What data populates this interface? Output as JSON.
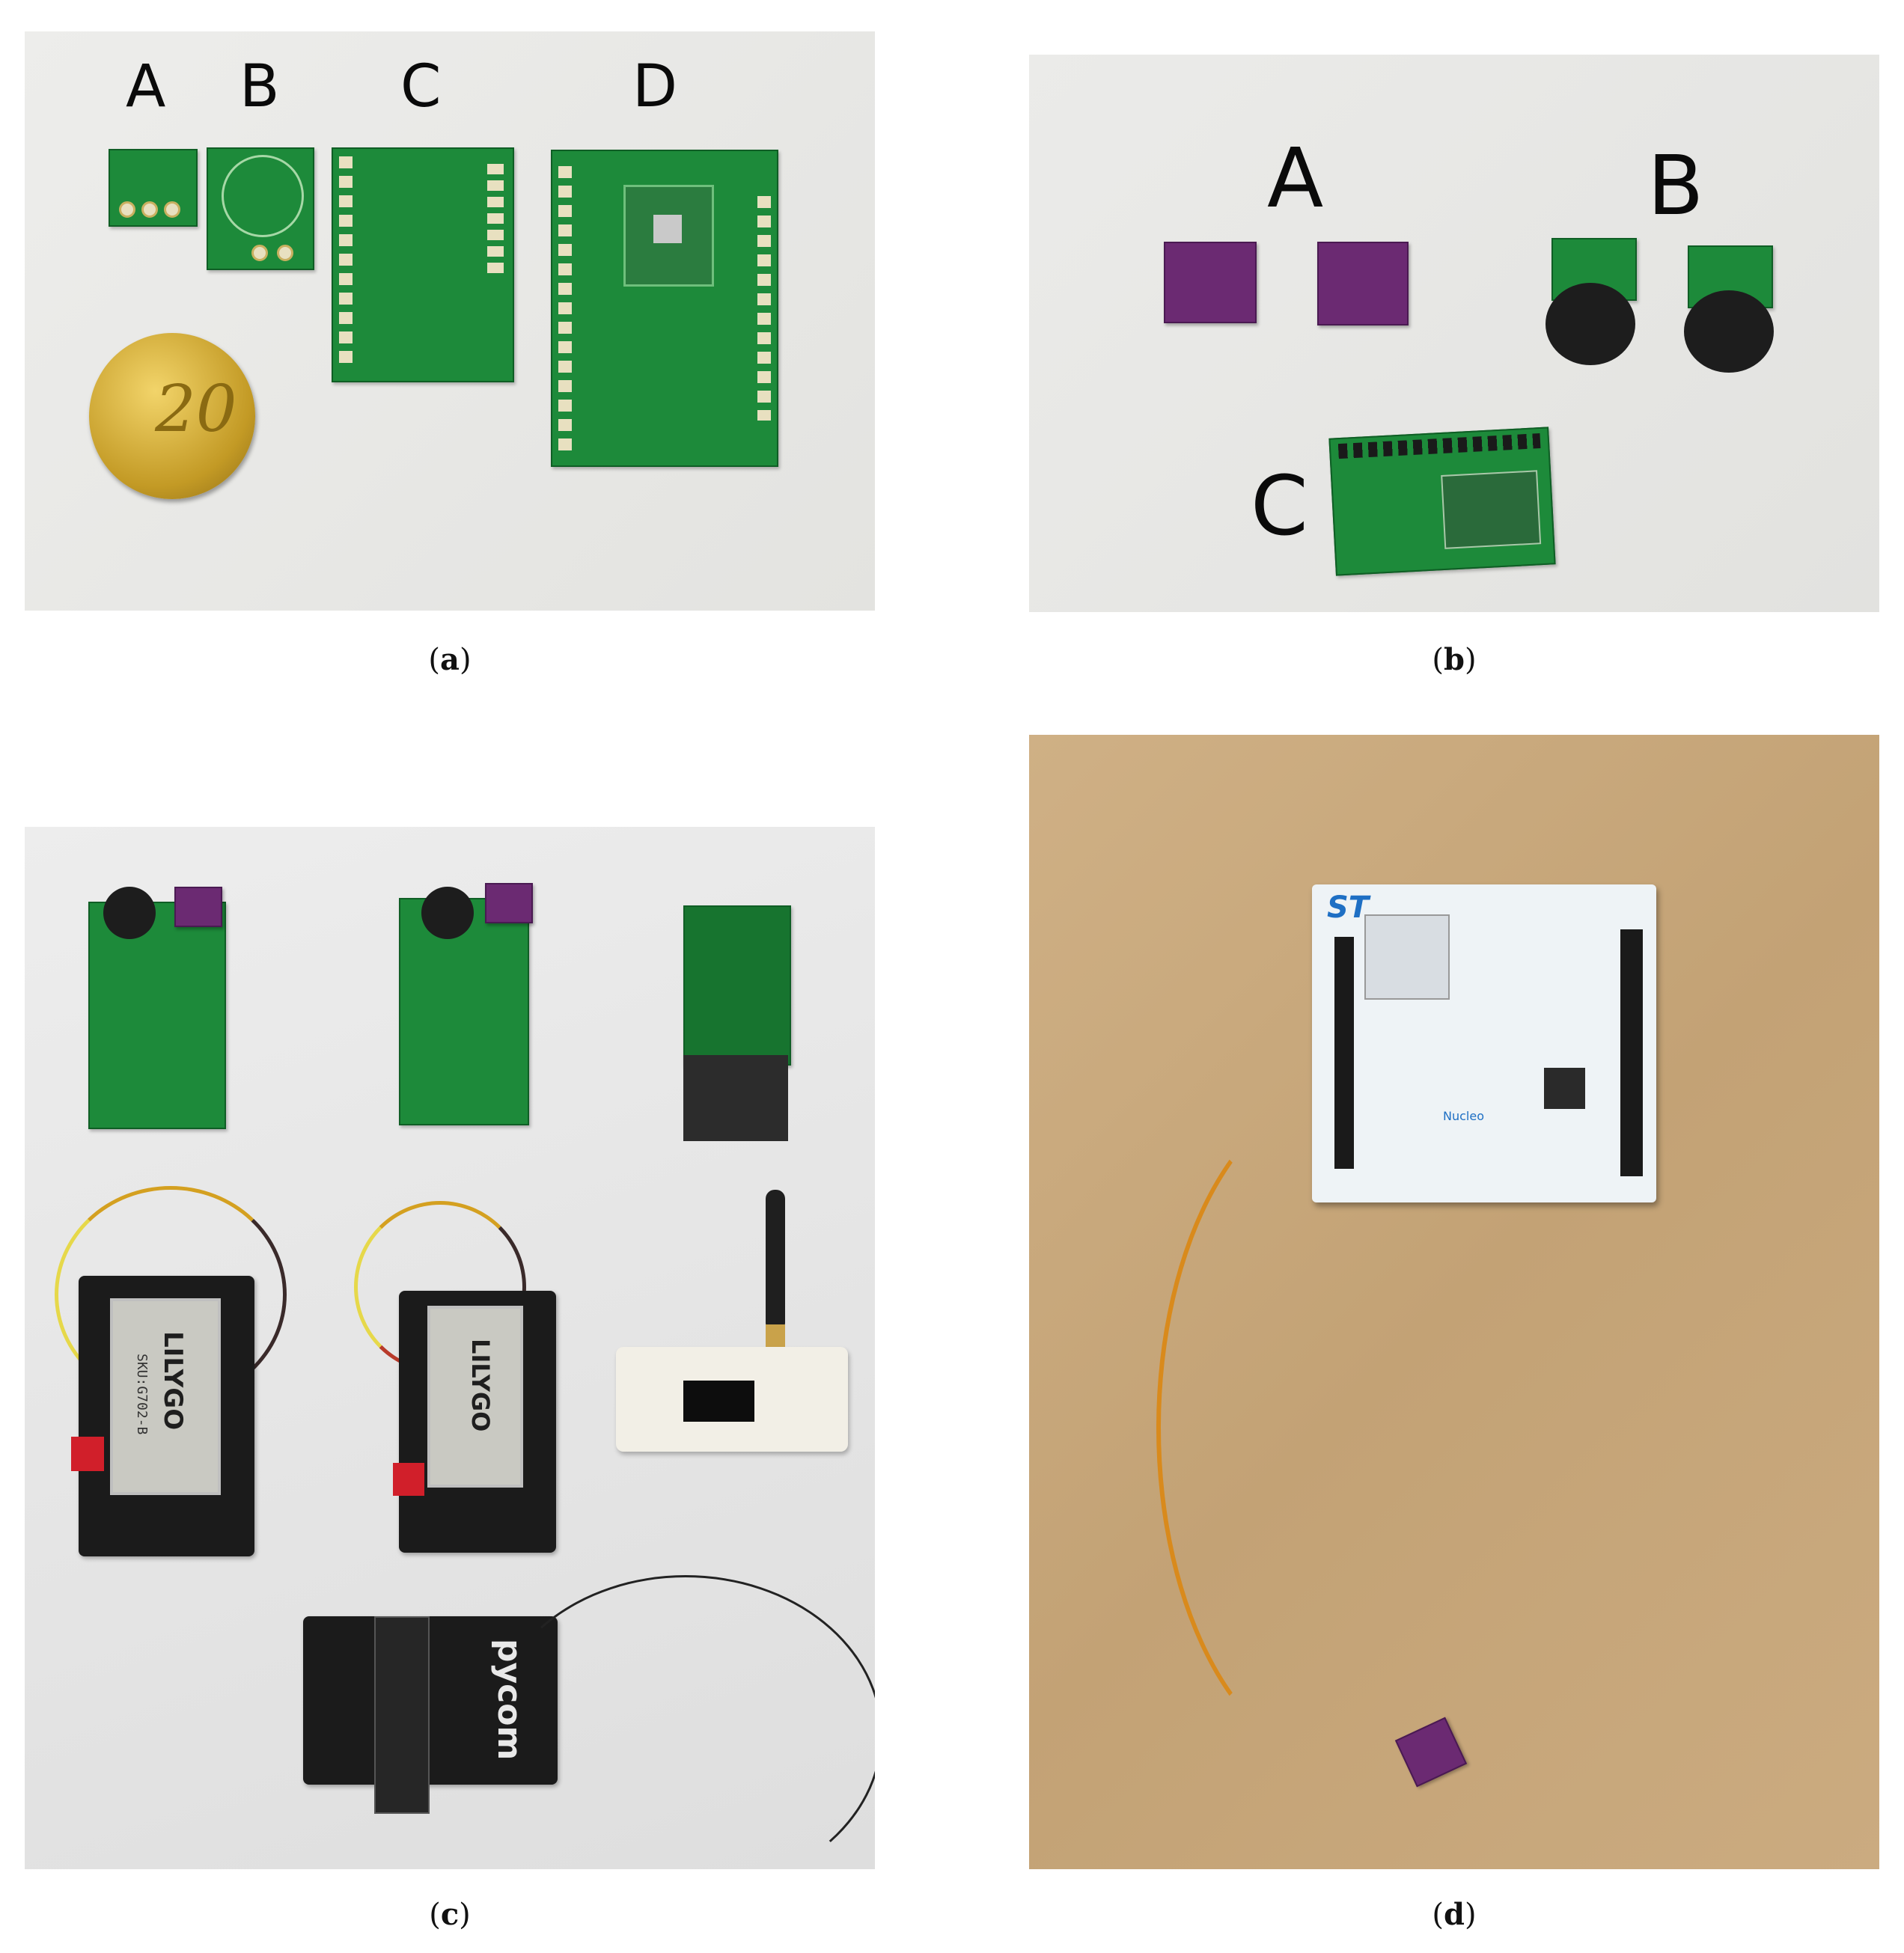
{
  "figure": {
    "captions": {
      "a": "(a)",
      "b": "(b)",
      "c": "(c)",
      "d": "(d)"
    },
    "panel_a": {
      "labels": [
        "A",
        "B",
        "C",
        "D"
      ],
      "coin_value": "20"
    },
    "panel_b": {
      "labels": [
        "A",
        "B",
        "C"
      ]
    },
    "panel_c": {
      "brand_text_1": "LILYGO",
      "brand_text_2": "LILYGO",
      "sku_text": "SKU:G702-B",
      "board_text": "pycom"
    },
    "panel_d": {
      "logo_text": "ST",
      "board_text": "Nucleo"
    }
  },
  "colors": {
    "pcb_green": "#1d8a3a",
    "sensor_purple": "#6b2a72",
    "background_a": "#ebebe9",
    "background_d": "#c8a87c"
  }
}
